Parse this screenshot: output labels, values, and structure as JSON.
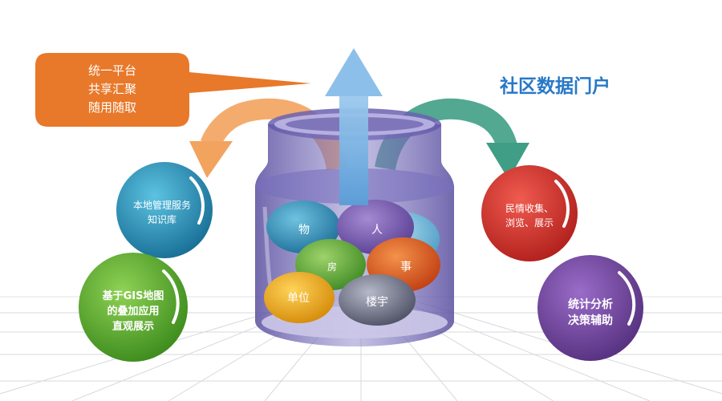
{
  "title": "社区数据门户",
  "callout": {
    "lines": [
      "统一平台",
      "共享汇聚",
      "随用随取"
    ]
  },
  "circles": {
    "knowledge": [
      "本地管理服务",
      "知识库"
    ],
    "gis": [
      "基于GIS地图",
      "的叠加应用",
      "直观展示"
    ],
    "sentiment": [
      "民情收集、",
      "浏览、展示"
    ],
    "analysis": [
      "统计分析",
      "决策辅助"
    ]
  },
  "eggs": {
    "wu": "物",
    "ren": "人",
    "fang": "房",
    "shi": "事",
    "danwei": "单位",
    "louyu": "楼宇"
  },
  "colors": {
    "title": "#2878c8",
    "callout": "#e8782a",
    "knowledge": "#2a8fb3",
    "gis": "#55a832",
    "sentiment": "#d3302c",
    "analysis": "#6a3f94",
    "jar": "#6a62b0",
    "arrow_up": "#7ab6e6",
    "arrow_left": "#f2a35e",
    "arrow_right": "#3f9e85"
  }
}
